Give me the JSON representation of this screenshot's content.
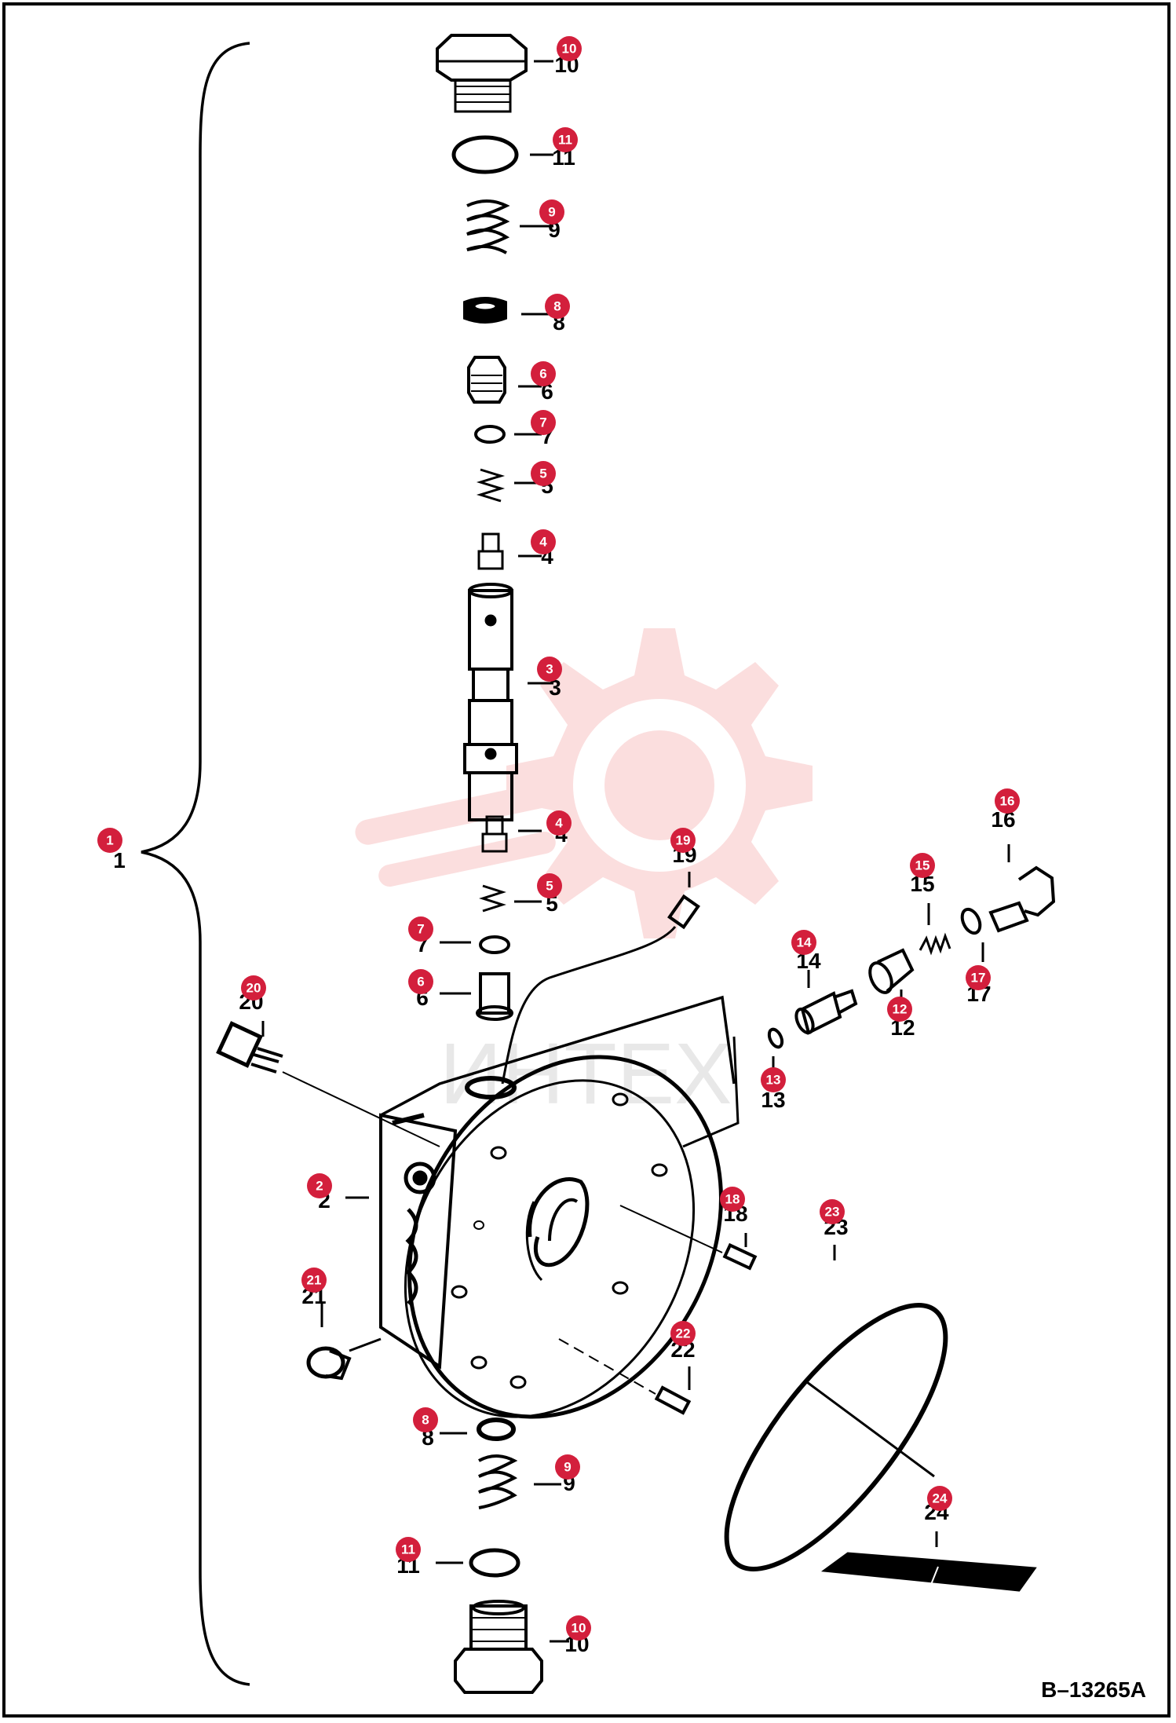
{
  "drawing_id": "B–13265A",
  "watermark_text": "ИНТЕХ",
  "colors": {
    "callout": "#d31f3c",
    "line": "#000000",
    "watermark": "#f7c4c4"
  },
  "callouts": [
    {
      "n": "10",
      "label": "10"
    },
    {
      "n": "11",
      "label": "11"
    },
    {
      "n": "9",
      "label": "9"
    },
    {
      "n": "8",
      "label": "8"
    },
    {
      "n": "6",
      "label": "6"
    },
    {
      "n": "7",
      "label": "7"
    },
    {
      "n": "5",
      "label": "5"
    },
    {
      "n": "4",
      "label": "4"
    },
    {
      "n": "3",
      "label": "3"
    },
    {
      "n": "4",
      "label": "4"
    },
    {
      "n": "5",
      "label": "5"
    },
    {
      "n": "7",
      "label": "7"
    },
    {
      "n": "6",
      "label": "6"
    },
    {
      "n": "1",
      "label": "1"
    },
    {
      "n": "19",
      "label": "19"
    },
    {
      "n": "16",
      "label": "16"
    },
    {
      "n": "15",
      "label": "15"
    },
    {
      "n": "14",
      "label": "14"
    },
    {
      "n": "17",
      "label": "17"
    },
    {
      "n": "12",
      "label": "12"
    },
    {
      "n": "20",
      "label": "20"
    },
    {
      "n": "13",
      "label": "13"
    },
    {
      "n": "2",
      "label": "2"
    },
    {
      "n": "18",
      "label": "18"
    },
    {
      "n": "23",
      "label": "23"
    },
    {
      "n": "21",
      "label": "21"
    },
    {
      "n": "22",
      "label": "22"
    },
    {
      "n": "8",
      "label": "8"
    },
    {
      "n": "9",
      "label": "9"
    },
    {
      "n": "24",
      "label": "24"
    },
    {
      "n": "11",
      "label": "11"
    },
    {
      "n": "10",
      "label": "10"
    }
  ]
}
